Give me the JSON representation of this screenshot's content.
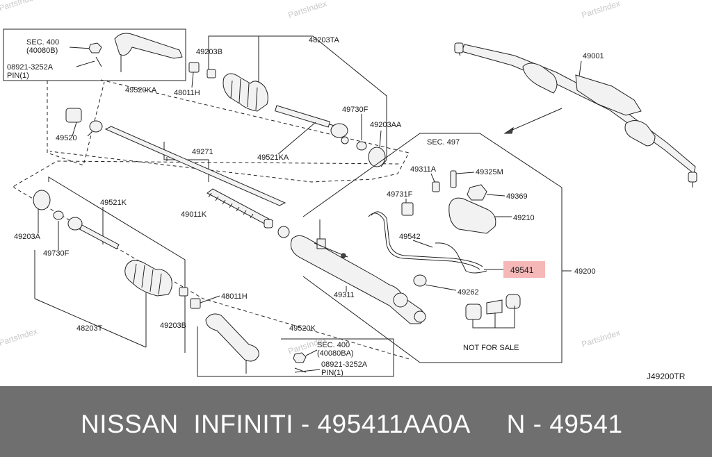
{
  "watermarks": [
    "PartsIndex",
    "PartsIndex",
    "PartsIndex",
    "PartsIndex"
  ],
  "labels": {
    "sec400_top": "SEC. 400",
    "sec400_top_code": "(40080B)",
    "pin_top_num": "08921-3252A",
    "pin_top": "PIN(1)",
    "p49203b_top": "49203B",
    "p48011h_top": "48011H",
    "p49520ka": "49520KA",
    "p48203ta": "48203TA",
    "p49730f_top": "49730F",
    "p49203aa": "49203AA",
    "p49520": "49520",
    "p49271": "49271",
    "p49521ka": "49521KA",
    "p49011k": "49011K",
    "p49521k": "49521K",
    "p49203a": "49203A",
    "p49730f_left": "49730F",
    "p48203t": "48203T",
    "p49203b_bot": "49203B",
    "p48011h_bot": "48011H",
    "p49311": "49311",
    "p49520k": "49520K",
    "sec400_bot": "SEC. 400",
    "sec400_bot_code": "(40080BA)",
    "pin_bot_num": "08921-3252A",
    "pin_bot": "PIN(1)",
    "sec497": "SEC. 497",
    "p49311a": "49311A",
    "p49325m": "49325M",
    "p49369": "49369",
    "p49731f": "49731F",
    "p49210": "49210",
    "p49542": "49542",
    "p49541": "49541",
    "p49200": "49200",
    "p49262": "49262",
    "not_for_sale": "NOT FOR SALE",
    "p49001": "49001",
    "diagram_code": "J49200TR"
  },
  "highlight_color": "#f6b7b7",
  "footer": {
    "title": "NISSAN  INFINITI - 495411AA0A     N - 49541",
    "background": "#6f6f6f"
  }
}
